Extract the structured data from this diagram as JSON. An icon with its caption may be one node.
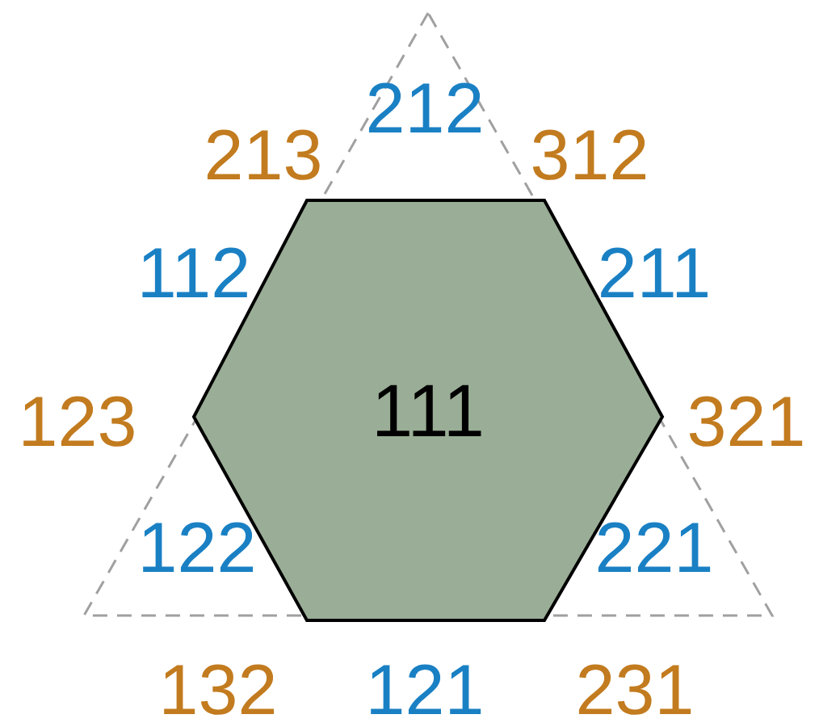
{
  "diagram": {
    "nodes": [
      {
        "text": [
          "111"
        ]
      }
    ],
    "labels": [
      "212",
      "213",
      "312",
      "112",
      "211",
      "123",
      "321",
      "122",
      "221",
      "132",
      "121",
      "231"
    ]
  }
}
